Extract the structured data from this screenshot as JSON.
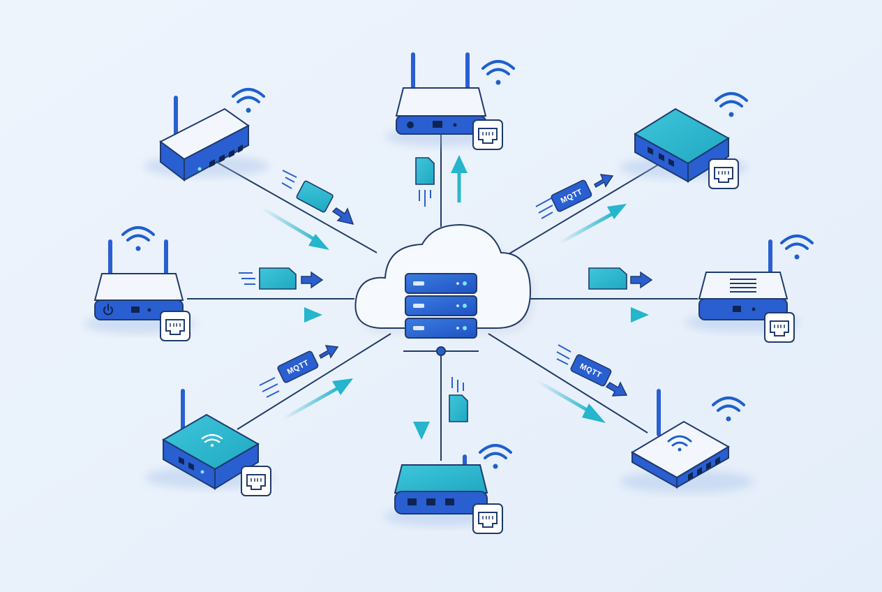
{
  "diagram": {
    "labels": {
      "mqtt_1": "MQTT",
      "mqtt_2": "MQTT",
      "mqtt_3": "MQTT"
    },
    "colors": {
      "background": "#e9f2fc",
      "primary_blue": "#2a5fd1",
      "dark_outline": "#1e3a6e",
      "teal": "#25b5cc",
      "light_panel": "#f3f7fd",
      "line": "#1f3b66"
    },
    "nodes": [
      {
        "id": "router-top-left",
        "icons": [
          "wifi-icon"
        ]
      },
      {
        "id": "router-top-center",
        "icons": [
          "wifi-icon",
          "ethernet-port-icon"
        ]
      },
      {
        "id": "router-top-right",
        "icons": [
          "wifi-icon",
          "ethernet-port-icon"
        ]
      },
      {
        "id": "router-mid-left",
        "icons": [
          "wifi-icon",
          "ethernet-port-icon",
          "power-icon"
        ]
      },
      {
        "id": "router-mid-right",
        "icons": [
          "wifi-icon",
          "ethernet-port-icon"
        ]
      },
      {
        "id": "router-bottom-left",
        "icons": [
          "wifi-icon",
          "ethernet-port-icon"
        ]
      },
      {
        "id": "router-bottom-center",
        "icons": [
          "wifi-icon",
          "ethernet-port-icon"
        ]
      },
      {
        "id": "router-bottom-right",
        "icons": [
          "wifi-icon"
        ]
      }
    ],
    "hub": {
      "id": "cloud-server-hub",
      "icons": [
        "cloud-icon",
        "server-stack-icon"
      ]
    }
  }
}
